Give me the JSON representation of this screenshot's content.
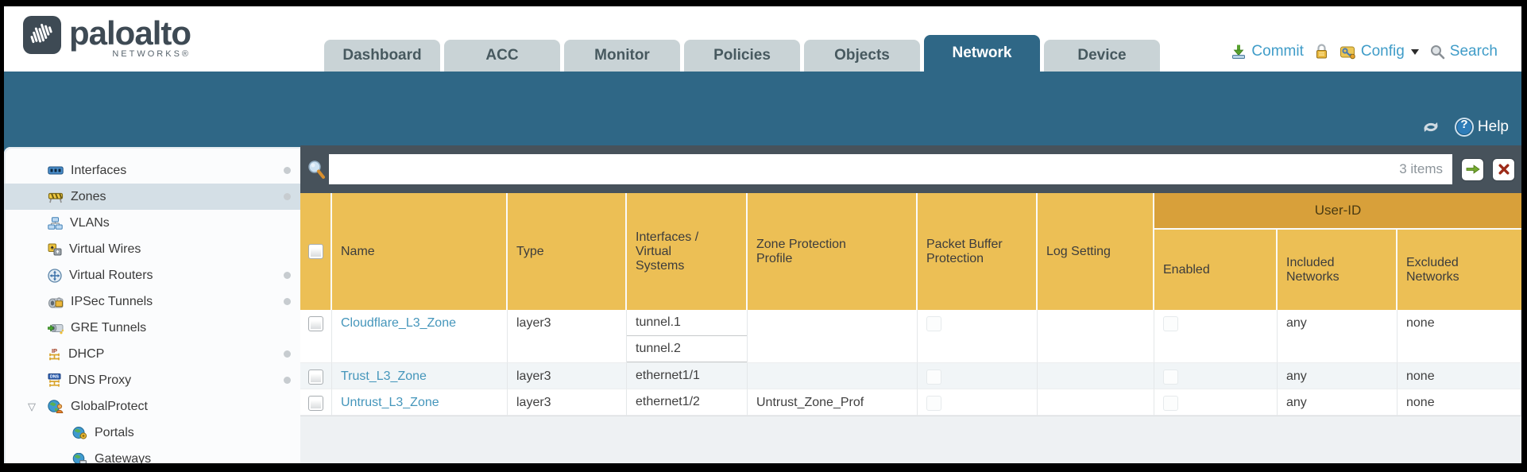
{
  "brand": {
    "name": "paloalto",
    "sub": "NETWORKS®"
  },
  "tabs": [
    {
      "label": "Dashboard",
      "active": false
    },
    {
      "label": "ACC",
      "active": false
    },
    {
      "label": "Monitor",
      "active": false
    },
    {
      "label": "Policies",
      "active": false
    },
    {
      "label": "Objects",
      "active": false
    },
    {
      "label": "Network",
      "active": true
    },
    {
      "label": "Device",
      "active": false
    }
  ],
  "header_actions": {
    "commit": "Commit",
    "config": "Config",
    "search": "Search"
  },
  "teal_bar": {
    "help": "Help",
    "help_mark": "?"
  },
  "sidebar": {
    "items": [
      {
        "label": "Interfaces",
        "icon": "interfaces-icon",
        "dot": true,
        "selected": false
      },
      {
        "label": "Zones",
        "icon": "zones-icon",
        "dot": true,
        "selected": true
      },
      {
        "label": "VLANs",
        "icon": "vlans-icon",
        "dot": false,
        "selected": false
      },
      {
        "label": "Virtual Wires",
        "icon": "virtual-wires-icon",
        "dot": false,
        "selected": false
      },
      {
        "label": "Virtual Routers",
        "icon": "virtual-routers-icon",
        "dot": true,
        "selected": false
      },
      {
        "label": "IPSec Tunnels",
        "icon": "ipsec-tunnels-icon",
        "dot": true,
        "selected": false
      },
      {
        "label": "GRE Tunnels",
        "icon": "gre-tunnels-icon",
        "dot": false,
        "selected": false
      },
      {
        "label": "DHCP",
        "icon": "dhcp-icon",
        "dot": true,
        "selected": false
      },
      {
        "label": "DNS Proxy",
        "icon": "dns-proxy-icon",
        "dot": true,
        "selected": false
      },
      {
        "label": "GlobalProtect",
        "icon": "globalprotect-icon",
        "dot": false,
        "expanded": true,
        "selected": false
      },
      {
        "label": "Portals",
        "icon": "portals-icon",
        "child": true,
        "selected": false
      },
      {
        "label": "Gateways",
        "icon": "gateways-icon",
        "child": true,
        "selected": false
      }
    ]
  },
  "filter_bar": {
    "value": "",
    "count": "3 items"
  },
  "table": {
    "group_header": "User-ID",
    "columns": [
      "Name",
      "Type",
      "Interfaces / Virtual Systems",
      "Zone Protection Profile",
      "Packet Buffer Protection",
      "Log Setting",
      "Enabled",
      "Included Networks",
      "Excluded Networks"
    ],
    "rows": [
      {
        "name": "Cloudflare_L3_Zone",
        "type": "layer3",
        "interfaces": [
          "tunnel.1",
          "tunnel.2"
        ],
        "zone_protection_profile": "",
        "packet_buffer_protection": false,
        "log_setting": "",
        "user_id_enabled": false,
        "included_networks": "any",
        "excluded_networks": "none"
      },
      {
        "name": "Trust_L3_Zone",
        "type": "layer3",
        "interfaces": [
          "ethernet1/1"
        ],
        "zone_protection_profile": "",
        "packet_buffer_protection": false,
        "log_setting": "",
        "user_id_enabled": false,
        "included_networks": "any",
        "excluded_networks": "none"
      },
      {
        "name": "Untrust_L3_Zone",
        "type": "layer3",
        "interfaces": [
          "ethernet1/2"
        ],
        "zone_protection_profile": "Untrust_Zone_Prof",
        "packet_buffer_protection": false,
        "log_setting": "",
        "user_id_enabled": false,
        "included_networks": "any",
        "excluded_networks": "none"
      }
    ]
  },
  "colors": {
    "teal_band": "#2f6786",
    "toolbar_dark": "#47525b",
    "amber_header": "#ecbf55",
    "amber_group": "#d8a03a",
    "tab_inactive": "#c9d3d6",
    "nav_selected": "#d4dfe6",
    "link_blue": "#4596bb",
    "action_link_blue": "#3f9cc8",
    "row_alt": "#f1f5f7"
  }
}
